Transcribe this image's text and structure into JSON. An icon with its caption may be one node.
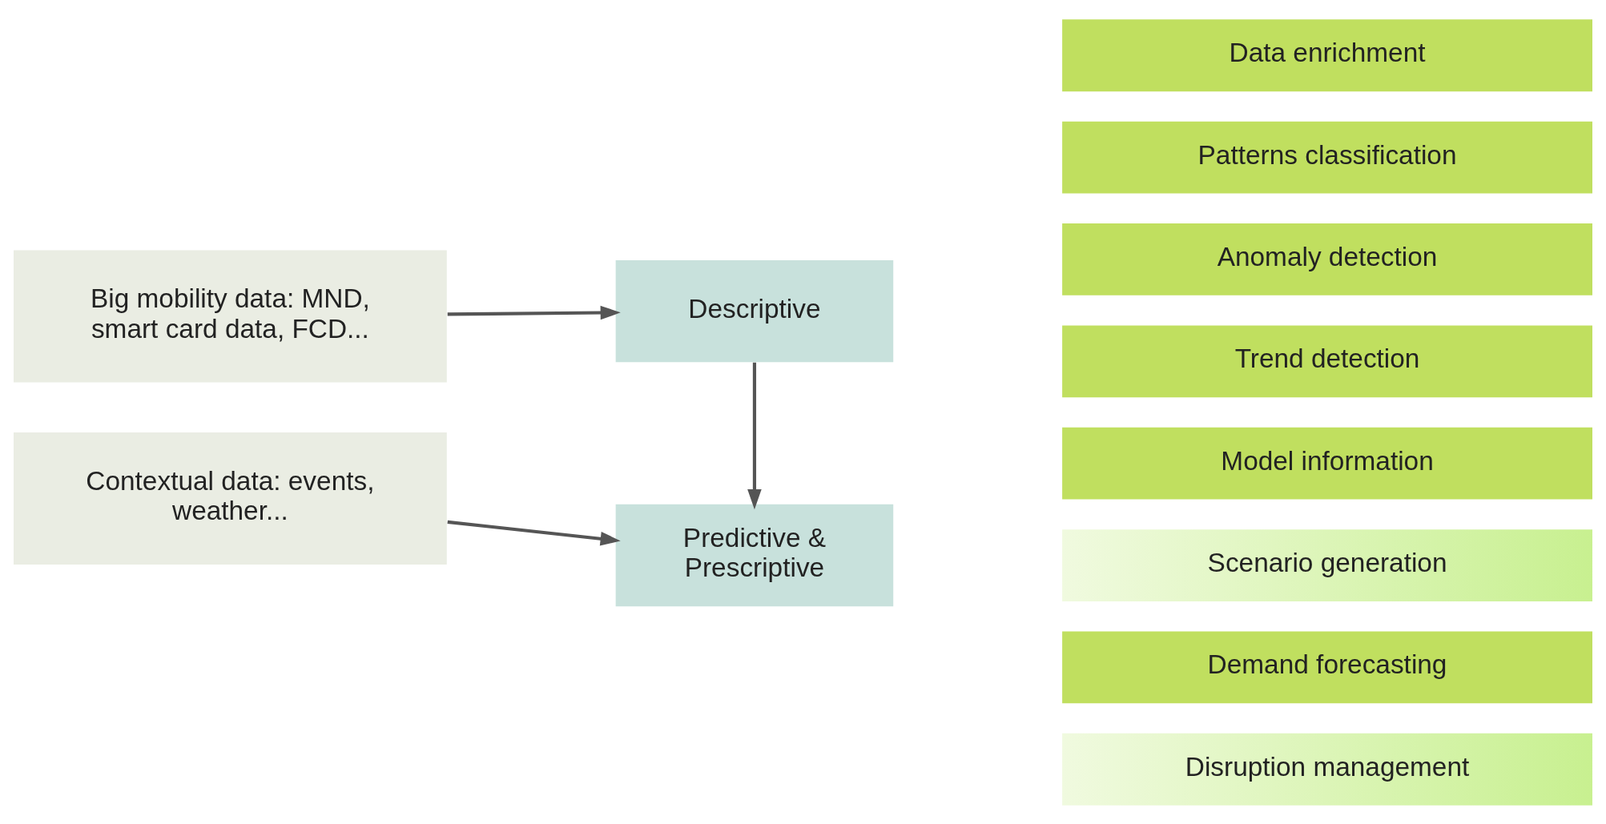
{
  "diagram": {
    "nodes": [
      {
        "text": [
          "Big mobility data: MND, smart card data, FCD..."
        ]
      },
      {
        "text": [
          "Descriptive"
        ]
      },
      {
        "text": [
          "Contextual data: events, weather..."
        ]
      },
      {
        "text": [
          "Predictive & Prescriptive"
        ]
      },
      {
        "text": [
          "Data enrichment"
        ]
      },
      {
        "text": [
          "Patterns classification"
        ]
      },
      {
        "text": [
          "Anomaly detection"
        ]
      },
      {
        "text": [
          "Trend detection"
        ]
      },
      {
        "text": [
          "Model information"
        ]
      },
      {
        "text": [
          "Scenario generation"
        ]
      },
      {
        "text": [
          "Demand forecasting"
        ]
      },
      {
        "text": [
          "Disruption management"
        ]
      }
    ],
    "edges": [
      {
        "from": 0,
        "to": 1,
        "arrow": "to"
      },
      {
        "from": 1,
        "to": 3,
        "arrow": "to"
      },
      {
        "from": 2,
        "to": 3,
        "arrow": "to"
      }
    ]
  }
}
